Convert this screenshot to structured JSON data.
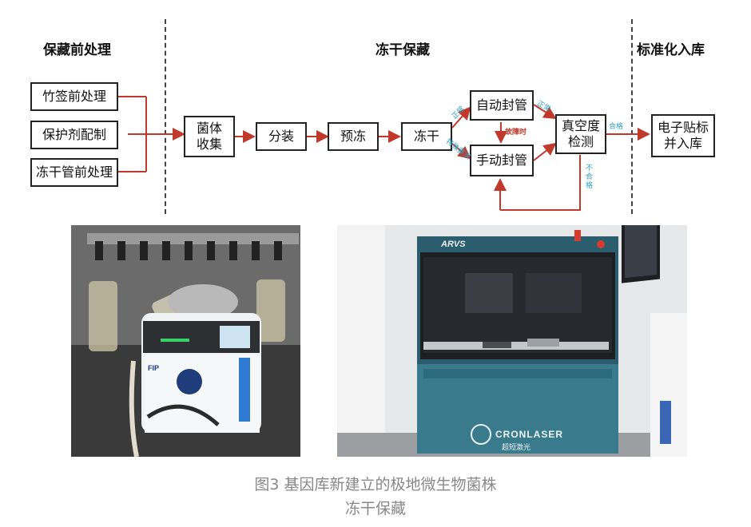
{
  "sections": {
    "pre": "保藏前处理",
    "freeze": "冻干保藏",
    "storage": "标准化入库"
  },
  "boxes": {
    "bamboo": "竹签前处理",
    "protectant": "保护剂配制",
    "tube": "冻干管前处理",
    "collect_1": "菌体",
    "collect_2": "收集",
    "dispense": "分装",
    "prefreeze": "预冻",
    "freezedry": "冻干",
    "auto_seal": "自动封管",
    "manual_seal": "手动封管",
    "vacuum_1": "真空度",
    "vacuum_2": "检测",
    "label_1": "电子贴标",
    "label_2": "并入库"
  },
  "arrow_labels": {
    "normal_a": "正常",
    "normal_b": "正常",
    "fault": "故障时",
    "qualified": "合格",
    "special": "特殊要求",
    "unqualified": "不合格"
  },
  "photos": {
    "left_brand": "FIP",
    "right_brand_top": "ARVS",
    "right_brand_bottom": "CRONLASER",
    "right_brand_cn": "超短激光"
  },
  "caption": {
    "line1": "图3 基因库新建立的极地微生物菌株",
    "line2": "冻干保藏"
  },
  "colors": {
    "arrow": "#c0392b",
    "label_blue": "#29a3c8",
    "caption": "#888888"
  }
}
